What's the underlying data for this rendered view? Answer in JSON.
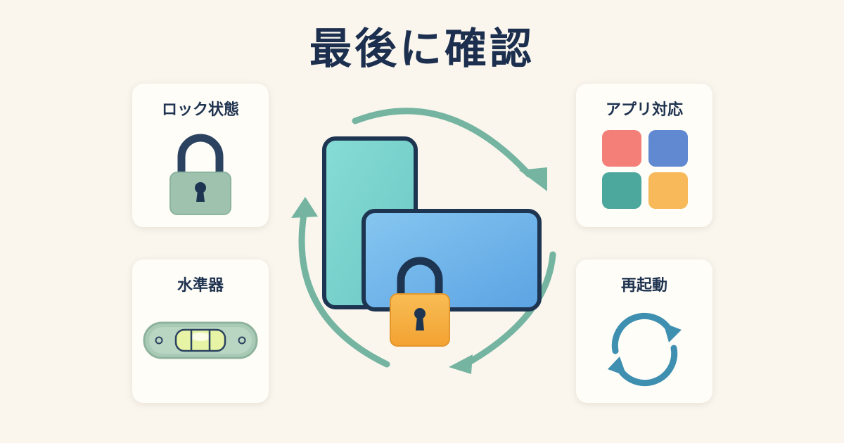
{
  "title": "最後に確認",
  "cards": {
    "lock": {
      "label": "ロック状態",
      "icon": "padlock-icon"
    },
    "level": {
      "label": "水準器",
      "icon": "spirit-level-icon"
    },
    "apps": {
      "label": "アプリ対応",
      "icon": "app-grid-icon",
      "tile_colors": [
        "#f47f78",
        "#6189d2",
        "#4ca79c",
        "#f8b95a"
      ]
    },
    "restart": {
      "label": "再起動",
      "icon": "refresh-icon"
    }
  },
  "center": {
    "icon": "screen-rotation-lock-icon",
    "colors": {
      "cycle_arrows": "#74b4a0",
      "portrait_screen": "#7fd6d2",
      "landscape_screen": "#6aaee9",
      "padlock_body": "#f5ad3e",
      "outline": "#1e3552"
    }
  }
}
